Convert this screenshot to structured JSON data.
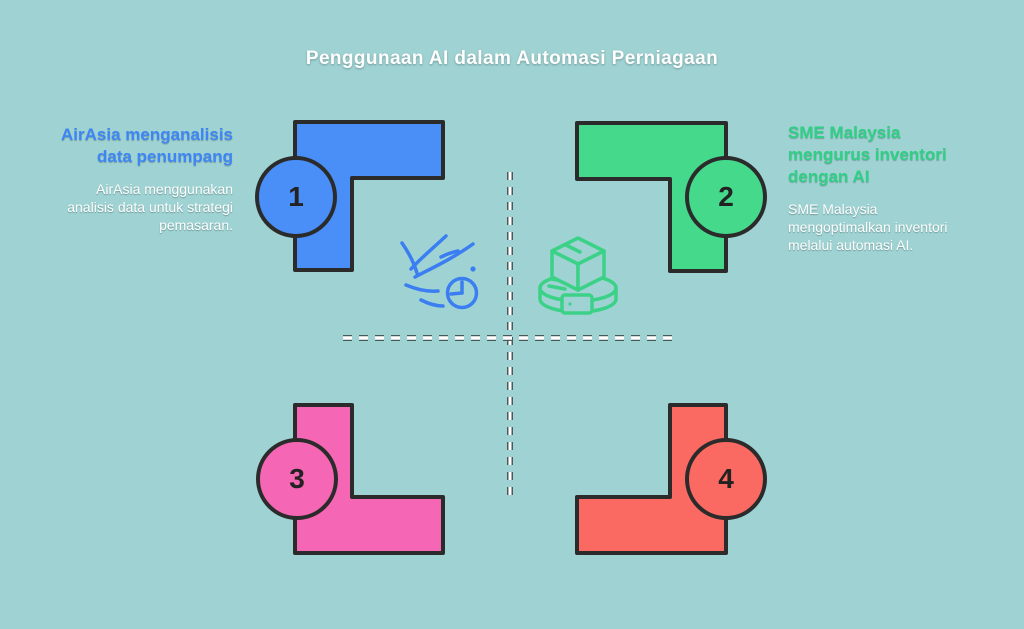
{
  "title": "Penggunaan AI dalam Automasi Perniagaan",
  "colors": {
    "background": "#9fd3d3",
    "outline": "#2b2b2b",
    "divider": "#ffffff",
    "blue": "#4a8ff7",
    "green": "#45d98c",
    "pink": "#f566b4",
    "red": "#fa6a62",
    "title_blue": "#3e86f5",
    "title_green": "#2fcf85",
    "icon_blue": "#3b7ef2",
    "icon_green": "#3bd287"
  },
  "quadrants": [
    {
      "number": "1",
      "title": "AirAsia menganalisis data penumpang",
      "description": "AirAsia menggunakan analisis data untuk strategi pemasaran.",
      "color": "#4a8ff7"
    },
    {
      "number": "2",
      "title": "SME Malaysia mengurus inventori dengan AI",
      "description": "SME Malaysia mengoptimalkan inventori melalui automasi AI.",
      "color": "#45d98c"
    },
    {
      "number": "3",
      "color": "#f566b4"
    },
    {
      "number": "4",
      "color": "#fa6a62"
    }
  ],
  "icons": [
    {
      "name": "wind-clock-icon",
      "meaning": "fast data analysis"
    },
    {
      "name": "robot-package-icon",
      "meaning": "inventory automation robot"
    }
  ]
}
